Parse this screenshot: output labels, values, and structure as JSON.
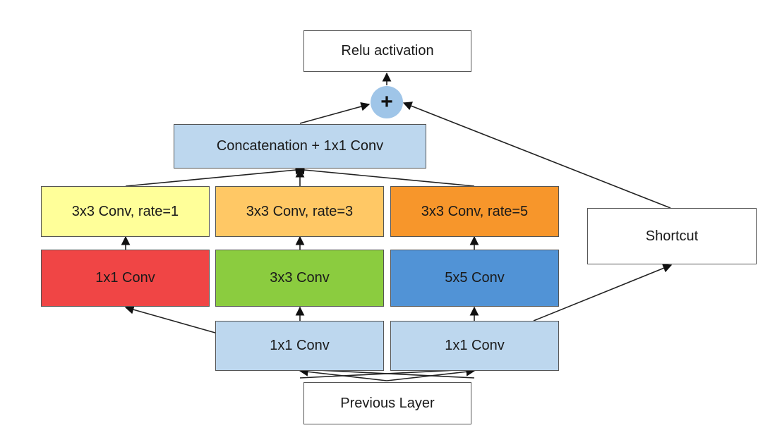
{
  "nodes": {
    "relu": {
      "label": "Relu activation",
      "color": "#ffffff"
    },
    "plus": {
      "label": "+",
      "color": "#9fc5e8"
    },
    "concat": {
      "label": "Concatenation + 1x1 Conv",
      "color": "#bdd7ee"
    },
    "conv_rate1": {
      "label": "3x3 Conv, rate=1",
      "color": "#ffff99"
    },
    "conv_rate3": {
      "label": "3x3 Conv, rate=3",
      "color": "#ffc865"
    },
    "conv_rate5": {
      "label": "3x3 Conv, rate=5",
      "color": "#f7962b"
    },
    "conv1x1_red": {
      "label": "1x1 Conv",
      "color": "#f04545"
    },
    "conv3x3_green": {
      "label": "3x3 Conv",
      "color": "#8bcc3f"
    },
    "conv5x5_blue": {
      "label": "5x5 Conv",
      "color": "#5193d6"
    },
    "conv1x1_a": {
      "label": "1x1 Conv",
      "color": "#bdd7ee"
    },
    "conv1x1_b": {
      "label": "1x1 Conv",
      "color": "#bdd7ee"
    },
    "shortcut": {
      "label": "Shortcut",
      "color": "#ffffff"
    },
    "previous": {
      "label": "Previous Layer",
      "color": "#ffffff"
    }
  }
}
